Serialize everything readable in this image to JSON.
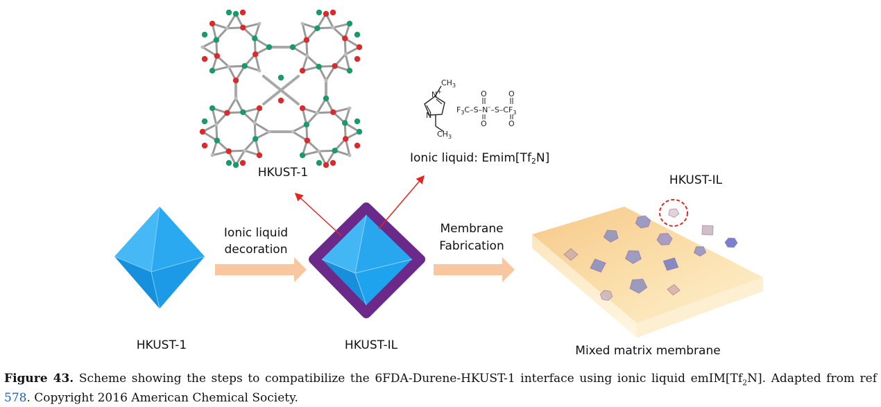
{
  "labels": {
    "hkust1_top": "HKUST-1",
    "ionic_liquid_prefix": "Ionic liquid: Emim[Tf",
    "ionic_liquid_sub": "2",
    "ionic_liquid_suffix": "N]",
    "step1_line1": "Ionic liquid",
    "step1_line2": "decoration",
    "step2_line1": "Membrane",
    "step2_line2": "Fabrication",
    "hkust_il_top": "HKUST-IL",
    "hkust1_bottom": "HKUST-1",
    "hkust_il_bottom": "HKUST-IL",
    "mmm": "Mixed matrix membrane"
  },
  "chemical": {
    "ch3_top": "CH3",
    "ch3_bottom": "CH3",
    "n_plus": "N+",
    "n": "N",
    "anion": "F3C–S–N–S–CF3",
    "o": "O"
  },
  "caption": {
    "figure_label": "Figure 43.",
    "text_before_sub": " Scheme showing the steps to compatibilize the 6FDA-Durene-HKUST-1 interface using ionic liquid emIM[Tf",
    "sub": "2",
    "text_after_sub": "N]. Adapted from ref ",
    "ref_link": "578",
    "text_end": ". Copyright 2016 American Chemical Society."
  },
  "colors": {
    "crystal_blue": "#1ea3ee",
    "crystal_purple": "#6b2a8a",
    "arrow_peach": "#f8c7a0",
    "pointer_red": "#e3261f",
    "membrane": "#f8d79b",
    "link": "#1f5fbf"
  }
}
